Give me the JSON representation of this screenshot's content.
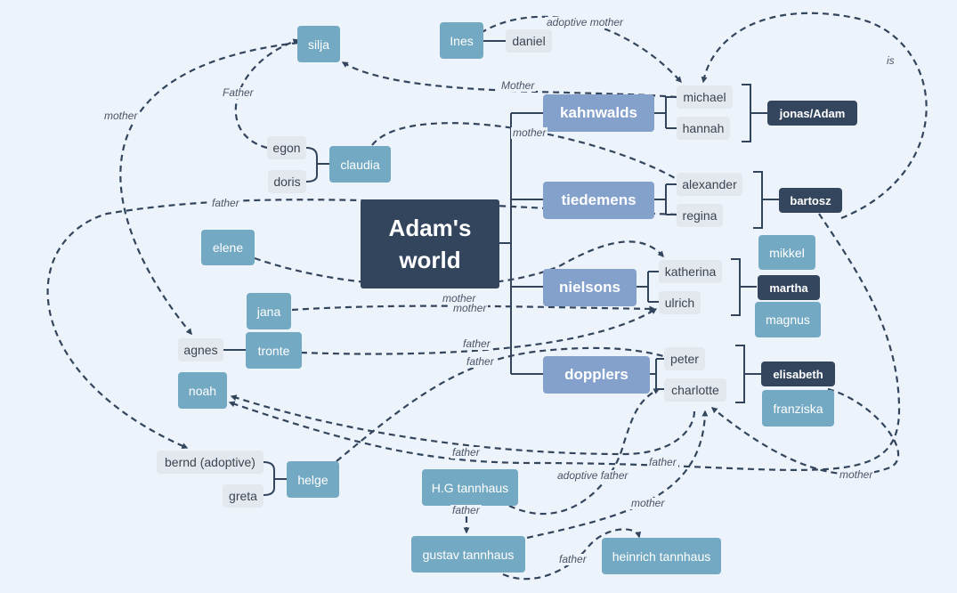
{
  "central": {
    "line1": "Adam's",
    "line2": "world"
  },
  "families": [
    {
      "name": "kahnwalds",
      "members": [
        "michael",
        "hannah"
      ],
      "child": "jonas/Adam"
    },
    {
      "name": "tiedemens",
      "members": [
        "alexander",
        "regina"
      ],
      "child": "bartosz"
    },
    {
      "name": "nielsons",
      "members": [
        "katherina",
        "ulrich"
      ],
      "children": [
        "mikkel",
        "martha",
        "magnus"
      ]
    },
    {
      "name": "dopplers",
      "members": [
        "peter",
        "charlotte"
      ],
      "children": [
        "elisabeth",
        "franziska"
      ]
    }
  ],
  "people": {
    "silja": "silja",
    "ines": "Ines",
    "daniel": "daniel",
    "egon": "egon",
    "doris": "doris",
    "claudia": "claudia",
    "elene": "elene",
    "jana": "jana",
    "agnes": "agnes",
    "tronte": "tronte",
    "noah": "noah",
    "bernd": "bernd (adoptive)",
    "greta": "greta",
    "helge": "helge",
    "hg": "H.G tannhaus",
    "gustav": "gustav tannhaus",
    "heinrich": "heinrich tannhaus"
  },
  "relations": {
    "ines_michael": "adoptive mother",
    "michael_silja": "Mother",
    "egon_silja": "Father",
    "silja_agnes": "mother",
    "claudia_regina": "mother",
    "jonas_michael": "is",
    "regina_bernd": "father",
    "elene_katherina": "mother",
    "jana_ulrich": "mother",
    "tronte_ulrich": "father",
    "helge_peter": "father",
    "charlotte_noah": "father",
    "bartosz_charlotte": "father",
    "hg_charlotte": "adoptive father",
    "hg_gustav": "father",
    "gustav_charlotte": "mother",
    "elisabeth_charlotte": "mother",
    "heinrich_gustav": "father"
  }
}
